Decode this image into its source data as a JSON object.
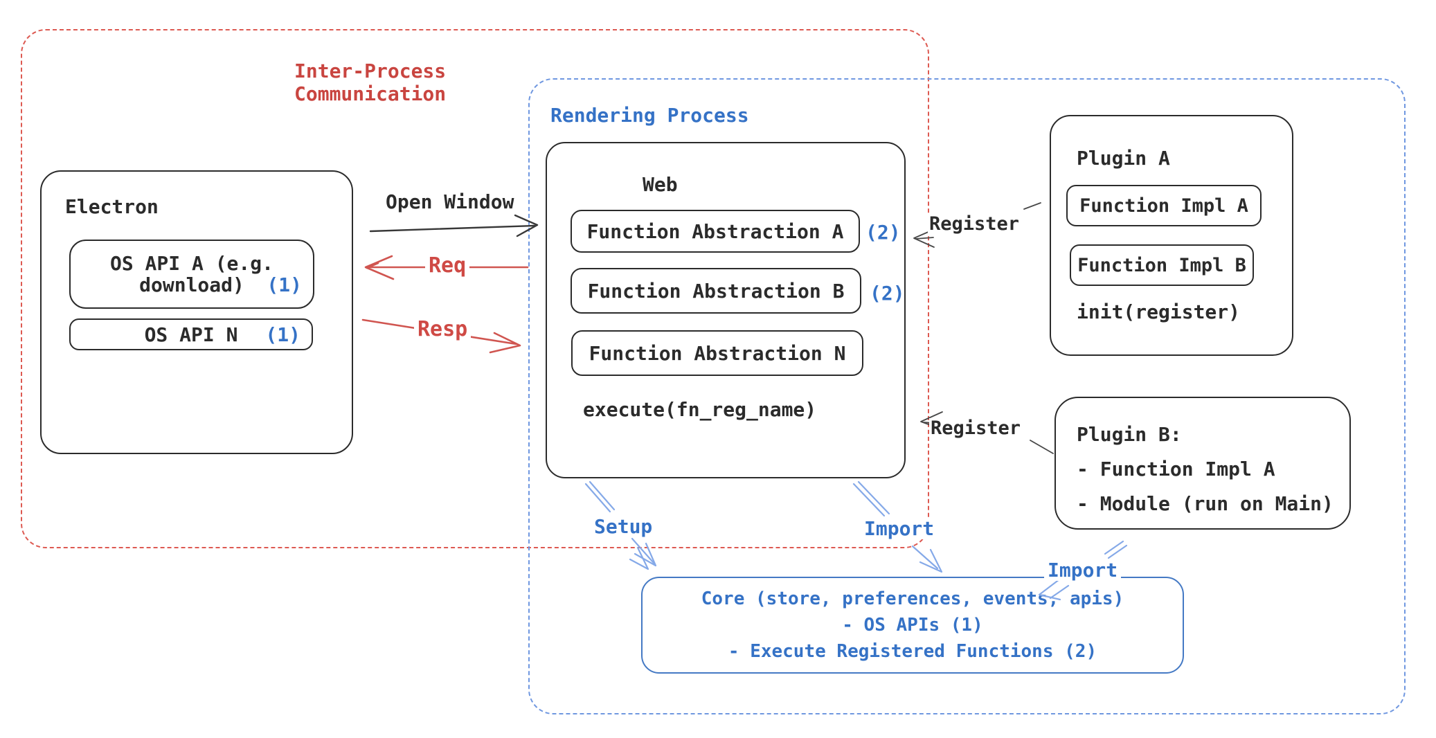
{
  "ipc_group": {
    "line1": "Inter-Process",
    "line2": "Communication"
  },
  "rendering_group": {
    "label": "Rendering Process"
  },
  "electron": {
    "title": "Electron",
    "os_api_a": {
      "line1": "OS API A (e.g.",
      "line2": "download)",
      "badge": "(1)"
    },
    "os_api_n": {
      "label": "OS API N",
      "badge": "(1)"
    }
  },
  "web": {
    "title": "Web",
    "fn_a": {
      "label": "Function Abstraction A",
      "badge": "(2)"
    },
    "fn_b": {
      "label": "Function Abstraction B",
      "badge": "(2)"
    },
    "fn_n": {
      "label": "Function Abstraction N"
    },
    "execute": "execute(fn_reg_name)"
  },
  "plugin_a": {
    "title": "Plugin A",
    "impl_a": "Function Impl A",
    "impl_b": "Function Impl B",
    "init": "init(register)"
  },
  "plugin_b": {
    "line1": "Plugin B:",
    "line2": "- Function Impl A",
    "line3": "- Module (run on Main)"
  },
  "core": {
    "line1": "Core (store, preferences, events, apis)",
    "line2": "- OS APIs (1)",
    "line3": "- Execute Registered Functions (2)"
  },
  "arrows": {
    "open_window": "Open Window",
    "req": "Req",
    "resp": "Resp",
    "register_web": "Register",
    "register_plugin_b": "Register",
    "setup": "Setup",
    "import_web": "Import",
    "import_plugin_b": "Import"
  },
  "colors": {
    "red_text": "#c94540",
    "red_dash": "#dd5951",
    "red_arrow": "#d05550",
    "blue_text": "#3572c6",
    "blue_dash": "#6f97e0",
    "blue_arrow": "#85a9e8",
    "ink": "#2b2b2b"
  }
}
